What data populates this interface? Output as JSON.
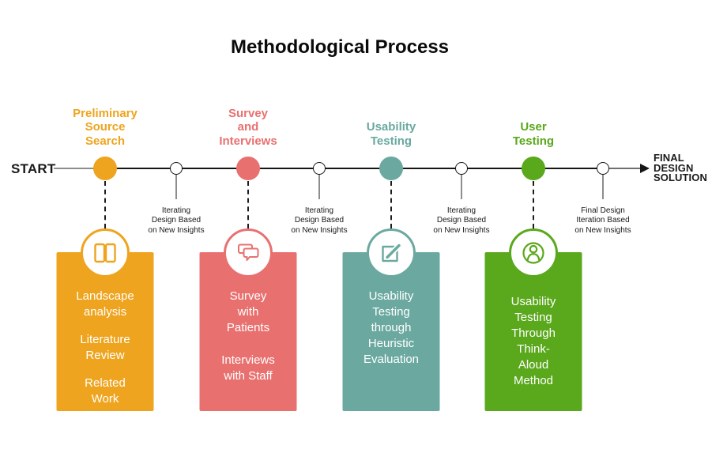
{
  "title": "Methodological Process",
  "timeline": {
    "start_label": "START",
    "end_label": "FINAL\nDESIGN\nSOLUTION"
  },
  "stages": [
    {
      "heading": "Preliminary\nSource\nSearch",
      "color": "#EEA41E",
      "icon": "open-book-icon",
      "card_items": [
        "Landscape\nanalysis",
        "Literature\nReview",
        "Related\nWork"
      ]
    },
    {
      "heading": "Survey\nand\nInterviews",
      "color": "#E87170",
      "icon": "chat-bubbles-icon",
      "card_items": [
        "Survey\nwith\nPatients",
        "Interviews\nwith Staff"
      ]
    },
    {
      "heading": "Usability\nTesting",
      "color": "#6BA9A0",
      "icon": "edit-pencil-icon",
      "card_items": [
        "Usability\nTesting\nthrough\nHeuristic\nEvaluation"
      ]
    },
    {
      "heading": "User\nTesting",
      "color": "#5AA81C",
      "icon": "user-icon",
      "card_items": [
        "Usability\nTesting\nThrough\nThink-\nAloud\nMethod"
      ]
    }
  ],
  "connectors": [
    {
      "label": "Iterating\nDesign Based\non New Insights"
    },
    {
      "label": "Iterating\nDesign Based\non New Insights"
    },
    {
      "label": "Iterating\nDesign Based\non New Insights"
    },
    {
      "label": "Final Design\nIteration Based\non New Insights"
    }
  ]
}
